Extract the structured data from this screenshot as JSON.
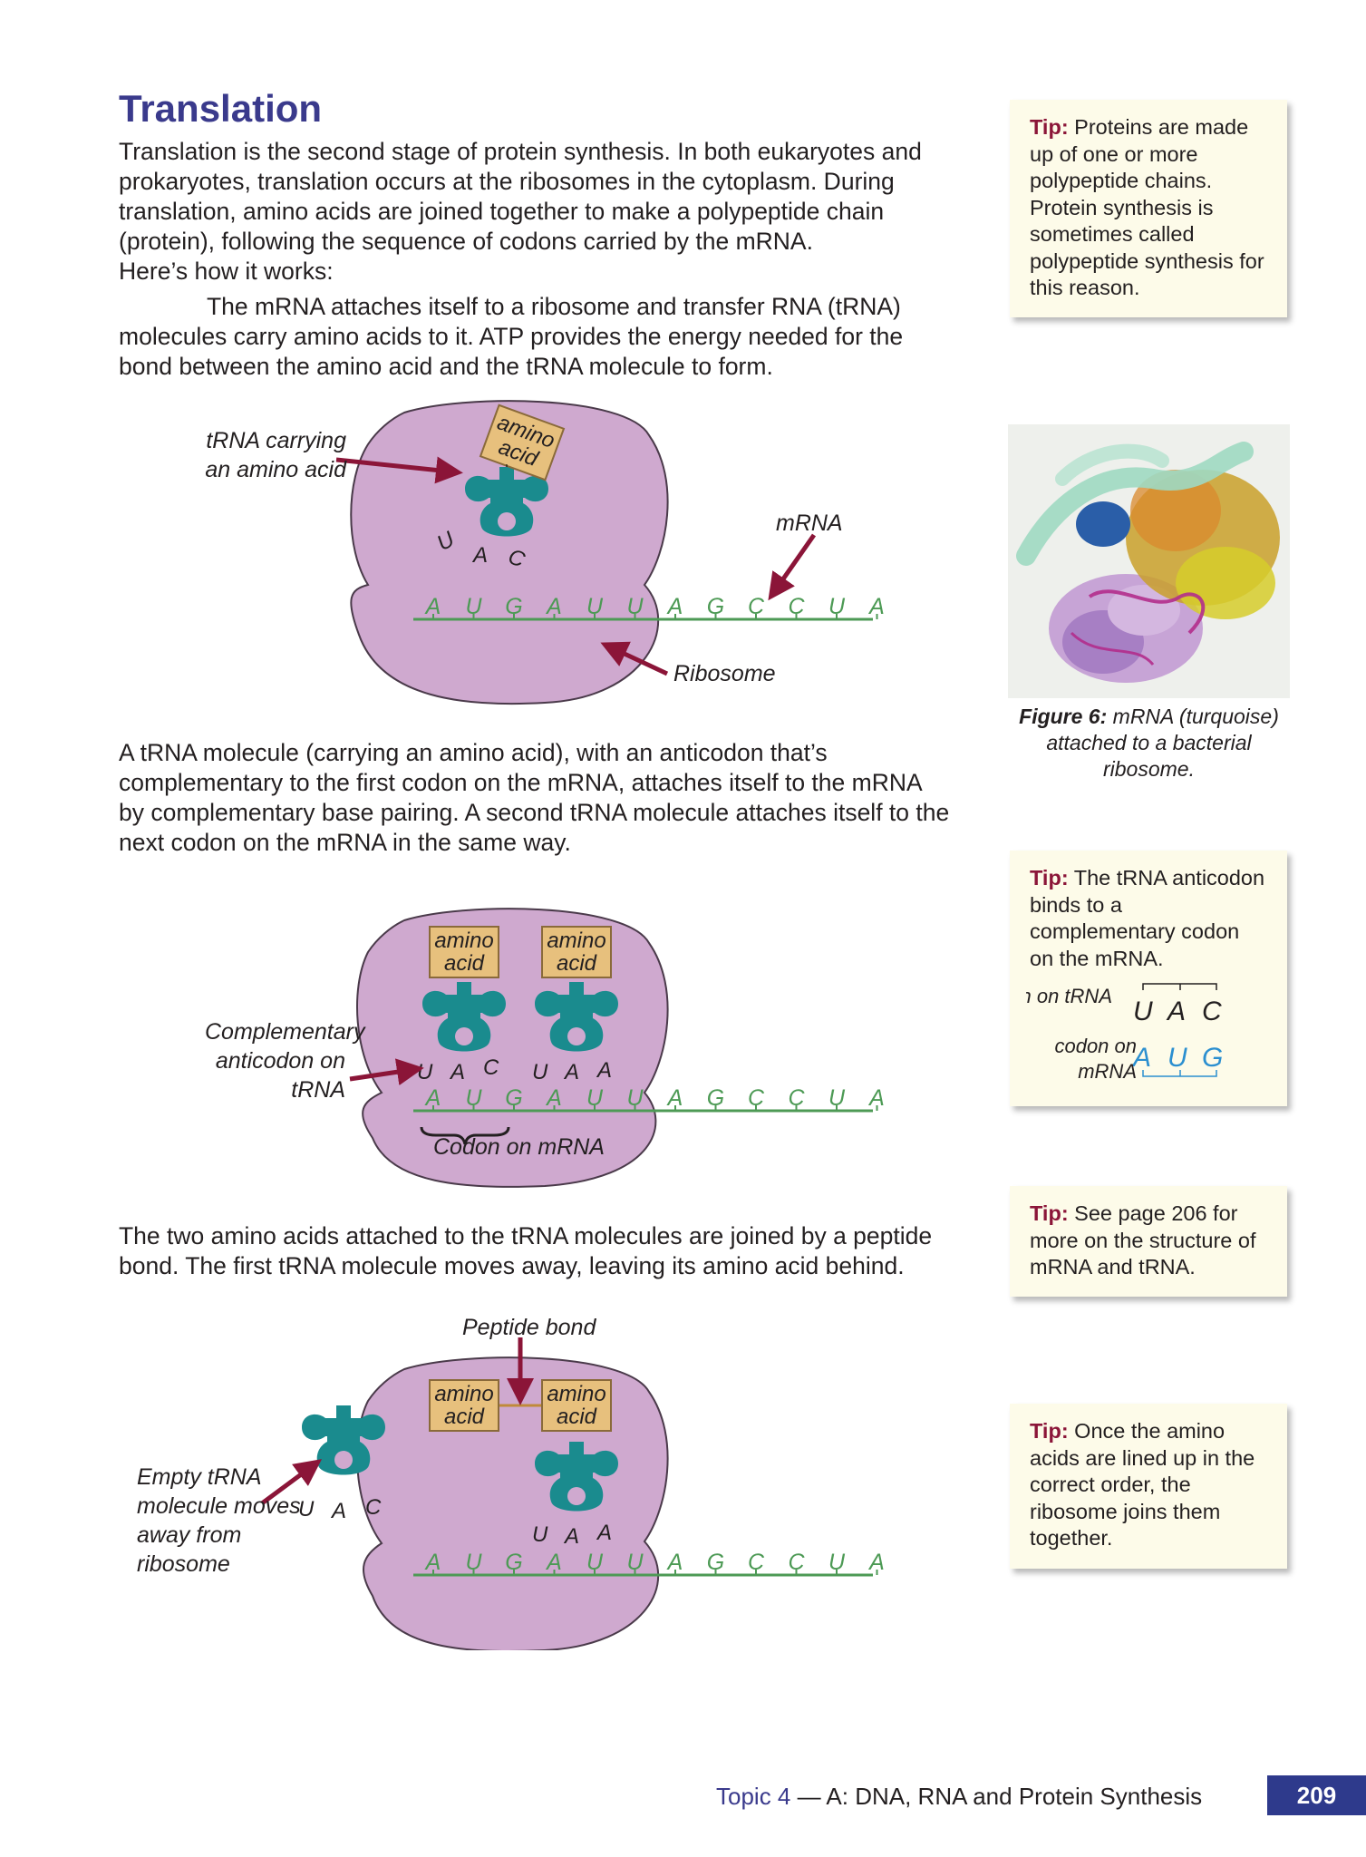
{
  "heading": "Translation",
  "intro": "Translation is the second stage of protein synthesis.  In both eukaryotes and prokaryotes, translation occurs at the ribosomes in the cytoplasm.  During translation, amino acids are joined together to make a polypeptide chain (protein), following the sequence of codons carried by the mRNA.",
  "intro_lead": "Here’s how it works:",
  "step1": "The mRNA attaches itself to a ribosome and transfer RNA (tRNA) molecules carry amino acids to it.  ATP provides the energy needed for the bond between the amino acid and the tRNA molecule to form.",
  "step2": "A tRNA molecule (carrying an amino acid), with an anticodon that’s complementary to the first codon on the mRNA, attaches itself to the mRNA by complementary base pairing.  A second tRNA molecule attaches itself to the next codon on the mRNA in the same way.",
  "step3": "The two amino acids attached to the tRNA molecules are joined by a peptide bond.  The first tRNA molecule moves away, leaving its amino acid behind.",
  "diagram1": {
    "trna_label": "tRNA carrying an amino acid",
    "mrna_label": "mRNA",
    "ribosome_label": "Ribosome",
    "amino_top": "amino",
    "amino_bottom": "acid",
    "anticodon": [
      "U",
      "A",
      "C"
    ]
  },
  "diagram2": {
    "anticodon_label": "Complementary anticodon on tRNA",
    "codon_label": "Codon on mRNA",
    "amino_top": "amino",
    "amino_bottom": "acid",
    "anticodon1": [
      "U",
      "A",
      "C"
    ],
    "anticodon2": [
      "U",
      "A",
      "A"
    ]
  },
  "diagram3": {
    "peptide_label": "Peptide bond",
    "empty_label": "Empty tRNA molecule moves away from ribosome",
    "amino_top": "amino",
    "amino_bottom": "acid",
    "anticodon1": [
      "U",
      "A",
      "C"
    ],
    "anticodon2": [
      "U",
      "A",
      "A"
    ]
  },
  "mrna_sequence": [
    "A",
    "U",
    "G",
    "A",
    "U",
    "U",
    "A",
    "G",
    "C",
    "C",
    "U",
    "A"
  ],
  "tips": [
    {
      "label": "Tip:",
      "text": "Proteins are made up of one or more polypeptide chains. Protein synthesis is sometimes called polypeptide synthesis for this reason."
    },
    {
      "label": "Tip:",
      "text": "The tRNA anticodon binds to a complementary codon on the mRNA."
    },
    {
      "label": "Tip:",
      "text": "See page 206 for more on the structure of mRNA and tRNA."
    },
    {
      "label": "Tip:",
      "text": "Once the amino acids are lined up in the correct order, the ribosome joins them together."
    }
  ],
  "tip2_diagram": {
    "anticodon_label": "anticodon on tRNA",
    "anticodon": [
      "U",
      "A",
      "C"
    ],
    "codon_label": "codon on mRNA",
    "codon": [
      "A",
      "U",
      "G"
    ]
  },
  "figure": {
    "label": "Figure 6:",
    "text": "mRNA (turquoise) attached to a bacterial ribosome."
  },
  "footer": {
    "topic": "Topic 4",
    "dash": " — ",
    "title": "A: DNA, RNA and Protein Synthesis",
    "page": "209"
  },
  "colors": {
    "heading": "#3a3a8c",
    "tip_label": "#8b1538",
    "ribosome": "#cfa9cf",
    "trna": "#1a8b8e",
    "mrna": "#4d9a55",
    "amino_box": "#e7c07d",
    "arrow": "#8b1538"
  }
}
